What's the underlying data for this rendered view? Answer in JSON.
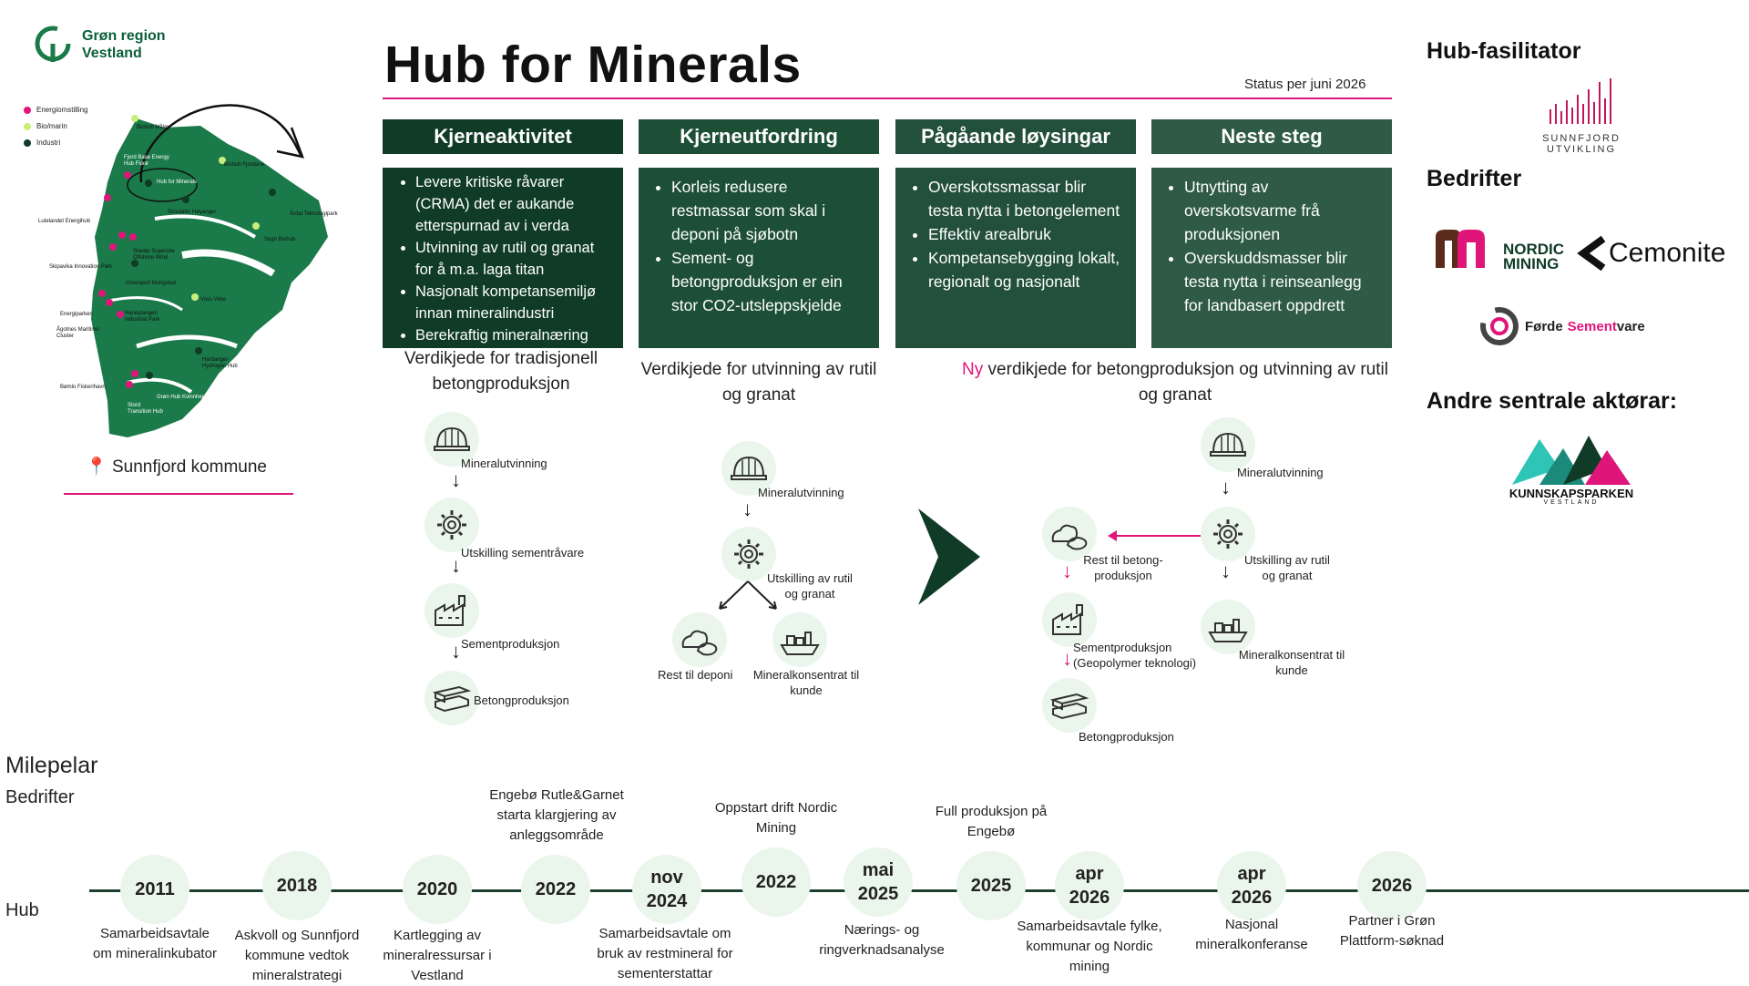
{
  "logo": {
    "line1": "Grøn region",
    "line2": "Vestland"
  },
  "legend": [
    {
      "label": "Energiomstilling",
      "color": "#e0157a"
    },
    {
      "label": "Bio/marin",
      "color": "#c8ee7a"
    },
    {
      "label": "Industri",
      "color": "#0f3b27"
    }
  ],
  "map_labels": [
    "Biohub Måløy",
    "Fjord Base Energy Hub Florø",
    "Hub for Minerals",
    "Biohub Fjordane",
    "Simulator Høyanger",
    "Årdal Teknologipark",
    "Lutelandet Energihub",
    "Sogn Biohub",
    "Stavøy Supersite Offshore Wind",
    "Skipavika Innovation Park",
    "Greenport Mongstad",
    "Voss Virke",
    "Energiparken",
    "Haneytangen Industrial Park",
    "Ågotnes Maritime Cluster",
    "Hardanger Hydrogen Hub",
    "Bømlo Fiskerihavn",
    "Grøn Hub Kvinnherad",
    "Stord Transition Hub"
  ],
  "location": "Sunnfjord kommune",
  "location_icon": "pin-icon",
  "title": "Hub for Minerals",
  "status": "Status per juni 2026",
  "columns": [
    {
      "heading": "Kjerneaktivitet",
      "items": [
        "Levere kritiske råvarer (CRMA) det er aukande etterspurnad av i verda",
        "Utvinning av rutil og granat for å m.a. laga titan",
        "Nasjonalt kompetansemiljø innan mineralindustri",
        "Berekraftig mineralnæring"
      ]
    },
    {
      "heading": "Kjerneutfordring",
      "items": [
        "Korleis redusere restmassar som skal i deponi på sjøbotn",
        "Sement- og betongproduksjon er ein stor CO2-utsleppskjelde"
      ]
    },
    {
      "heading": "Pågåande løysingar",
      "items": [
        "Overskotssmassar blir testa nytta i betongelement",
        "Effektiv arealbruk",
        "Kompetansebygging lokalt, regionalt og nasjonalt"
      ]
    },
    {
      "heading": "Neste steg",
      "items": [
        "Utnytting av overskotsvarme frå produksjonen",
        "Overskuddsmasser blir testa nytta i reinseanlegg for landbasert oppdrett"
      ]
    }
  ],
  "chains": {
    "traditional": {
      "title": "Verdikjede for tradisjonell betongproduksjon",
      "steps": [
        "Mineralutvinning",
        "Utskilling sementråvare",
        "Sementproduksjon",
        "Betongproduksjon"
      ]
    },
    "rutil": {
      "title": "Verdikjede for utvinning av rutil og granat",
      "steps": [
        "Mineralutvinning",
        "Utskilling av rutil og granat",
        "Rest til deponi",
        "Mineralkonsentrat til kunde"
      ]
    },
    "new": {
      "title_prefix": "Ny",
      "title_rest": " verdikjede for betongproduksjon og utvinning av rutil og granat",
      "steps": [
        "Mineralutvinning",
        "Utskilling av rutil og granat",
        "Rest til betong-produksjon",
        "Mineralkonsentrat til kunde",
        "Sementproduksjon (Geopolymer teknologi)",
        "Betongproduksjon"
      ]
    }
  },
  "right_panel": {
    "facilitator_heading": "Hub-fasilitator",
    "facilitator_logo_text": "SUNNFJORD UTVIKLING",
    "companies_heading": "Bedrifter",
    "companies": [
      "NORDIC MINING",
      "Cemonite",
      "Førde",
      "Sement",
      "vare"
    ],
    "others_heading": "Andre sentrale aktørar:",
    "others_logo": {
      "name": "KUNNSKAPSPARKEN",
      "sub": "VESTLAND"
    }
  },
  "timeline": {
    "heading": "Milepelar",
    "row_companies": "Bedrifter",
    "row_hub": "Hub",
    "nodes": [
      {
        "label": "2011",
        "below": "Samarbeidsavtale om mineralinkubator"
      },
      {
        "label": "2018",
        "below": "Askvoll og Sunnfjord kommune vedtok mineralstrategi"
      },
      {
        "label": "2020",
        "below": "Kartlegging av mineralressursar i Vestland"
      },
      {
        "label": "2022",
        "above": "Engebø Rutle&Garnet starta klargjering av anleggsområde"
      },
      {
        "label_line1": "nov",
        "label_line2": "2024",
        "below": "Samarbeidsavtale om bruk av restmineral for sementerstattar"
      },
      {
        "label": "2022",
        "above": "Oppstart drift Nordic Mining"
      },
      {
        "label_line1": "mai",
        "label_line2": "2025",
        "below": "Nærings- og ringverknadsanalyse"
      },
      {
        "label": "2025",
        "above": "Full produksjon på Engebø"
      },
      {
        "label_line1": "apr",
        "label_line2": "2026",
        "below": "Samarbeidsavtale fylke, kommunar og Nordic mining"
      },
      {
        "label_line1": "apr",
        "label_line2": "2026",
        "below": "Nasjonal mineralkonferanse"
      },
      {
        "label": "2026",
        "below": "Partner i Grøn Plattform-søknad"
      }
    ]
  },
  "colors": {
    "dark_green": "#0f3b27",
    "map_green": "#1b7a4a",
    "pink": "#e0157a",
    "light_green": "#eaf6ec"
  }
}
